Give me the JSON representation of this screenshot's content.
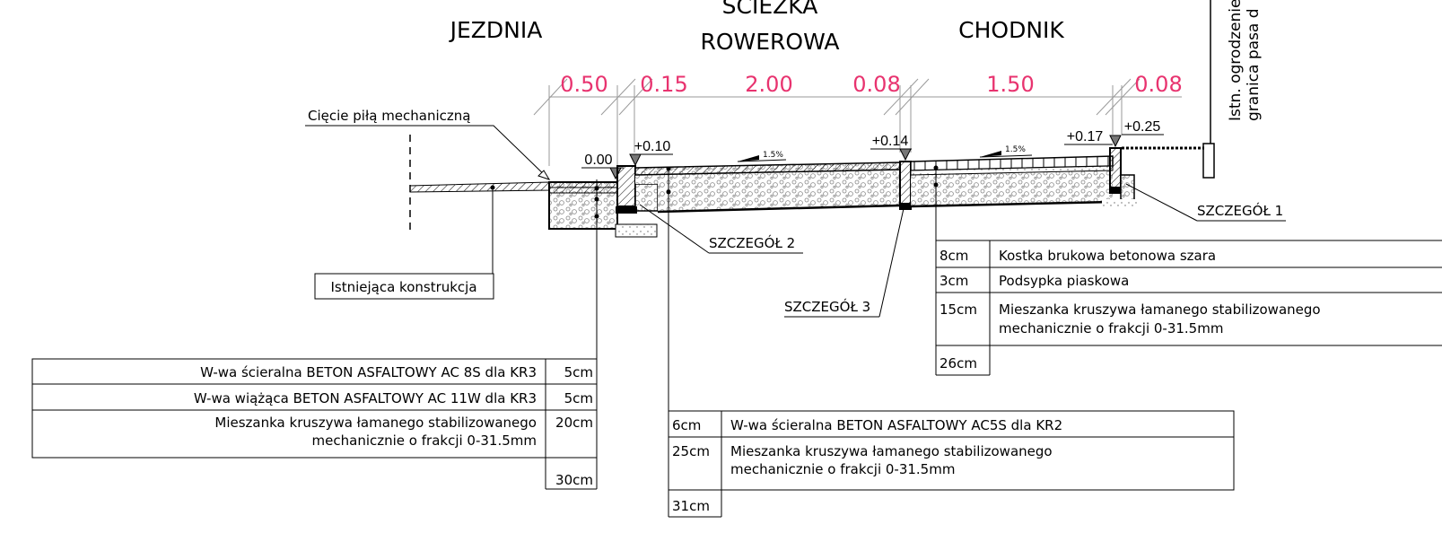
{
  "headers": {
    "jezdnia": "JEZDNIA",
    "sciezka_line1": "ŚCIEŻKA",
    "sciezka_line2": "ROWEROWA",
    "chodnik": "CHODNIK",
    "fence_line1": "Istn. ogrodzenie",
    "fence_line2": "granica pasa d"
  },
  "dimensions": [
    "0.50",
    "0.15",
    "2.00",
    "0.08",
    "1.50",
    "0.08"
  ],
  "levels": [
    "0.00",
    "+0.10",
    "+0.14",
    "+0.17",
    "+0.25"
  ],
  "slopes": [
    "1.5%",
    "1.5%"
  ],
  "callouts": {
    "cut": "Cięcie piłą mechaniczną",
    "existing": "Istniejąca konstrukcja",
    "detail1": "SZCZEGÓŁ 1",
    "detail2": "SZCZEGÓŁ 2",
    "detail3": "SZCZEGÓŁ 3"
  },
  "road_layers": {
    "rows": [
      {
        "name": "W-wa ścieralna BETON ASFALTOWY AC 8S dla KR3",
        "thickness": "5cm"
      },
      {
        "name": "W-wa wiążąca BETON ASFALTOWY AC 11W dla KR3",
        "thickness": "5cm"
      },
      {
        "name_line1": "Mieszanka kruszywa łamanego stabilizowanego",
        "name_line2": "mechanicznie o frakcji 0-31.5mm",
        "thickness": "20cm"
      }
    ],
    "total": "30cm"
  },
  "bike_layers": {
    "rows": [
      {
        "thickness": "6cm",
        "name": "W-wa ścieralna BETON ASFALTOWY AC5S dla KR2"
      },
      {
        "thickness": "25cm",
        "name_line1": "Mieszanka kruszywa łamanego stabilizowanego",
        "name_line2": "mechanicznie o frakcji 0-31.5mm"
      }
    ],
    "total": "31cm"
  },
  "sidewalk_layers": {
    "rows": [
      {
        "thickness": "8cm",
        "name": "Kostka brukowa betonowa szara"
      },
      {
        "thickness": "3cm",
        "name": "Podsypka piaskowa"
      },
      {
        "thickness": "15cm",
        "name_line1": "Mieszanka kruszywa łamanego stabilizowanego",
        "name_line2": "mechanicznie o frakcji 0-31.5mm"
      }
    ],
    "total": "26cm"
  }
}
